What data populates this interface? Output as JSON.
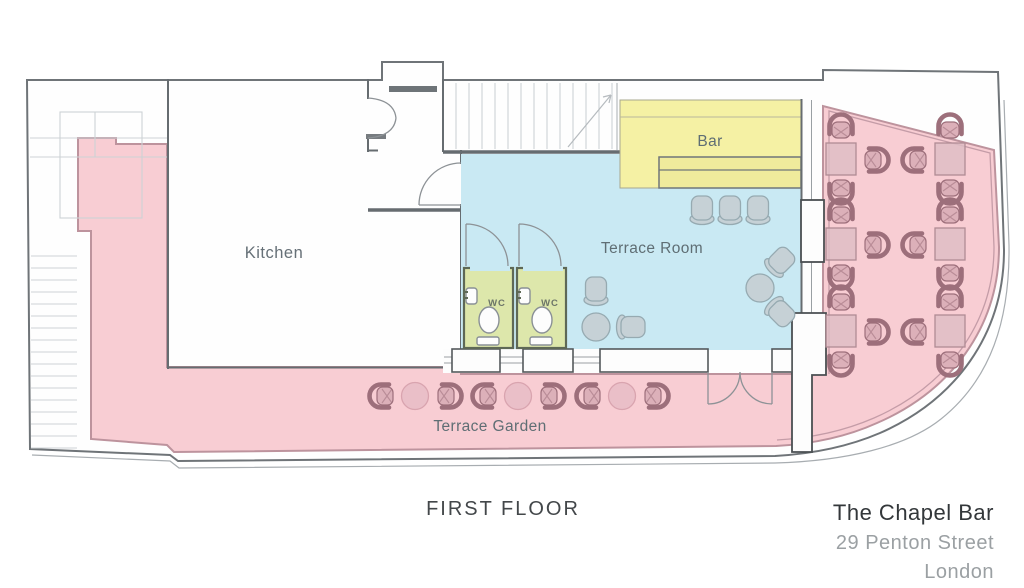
{
  "plan": {
    "floor_label": "FIRST FLOOR",
    "venue": {
      "name": "The Chapel Bar",
      "street": "29 Penton Street",
      "city": "London"
    },
    "rooms": {
      "kitchen": "Kitchen",
      "terrace_room": "Terrace Room",
      "bar": "Bar",
      "terrace_garden": "Terrace Garden",
      "wc_left": "WC",
      "wc_right": "WC"
    },
    "colors": {
      "terrace_fill": "#f8cdd3",
      "terrace_border": "#bd939d",
      "terrace_room_fill": "#c9e9f3",
      "bar_fill": "#f5f1a4",
      "wc_fill": "#dde7ab",
      "wall": "#666c70",
      "furniture_pink": "#dcb0b9",
      "furniture_gray": "#c6d1d6"
    }
  }
}
